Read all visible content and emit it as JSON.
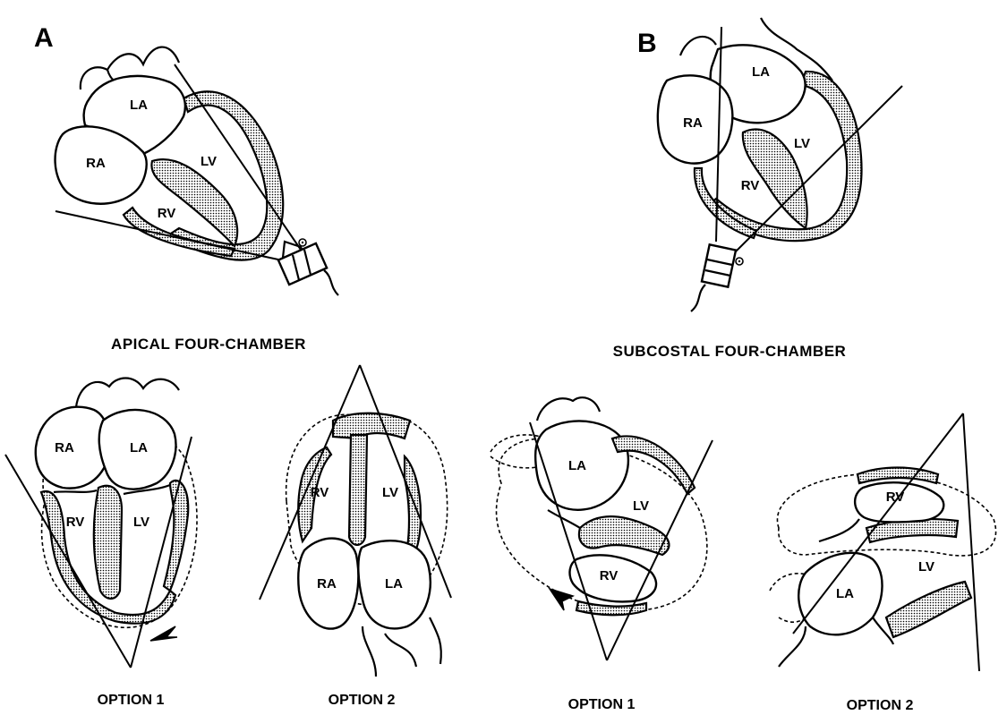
{
  "panels": {
    "a": {
      "letter": "A",
      "caption": "APICAL FOUR-CHAMBER"
    },
    "b": {
      "letter": "B",
      "caption": "SUBCOSTAL FOUR-CHAMBER"
    }
  },
  "chambers": {
    "ra": "RA",
    "la": "LA",
    "rv": "RV",
    "lv": "LV"
  },
  "options": {
    "a1": "OPTION 1",
    "a2": "OPTION 2",
    "b1": "OPTION 1",
    "b2": "OPTION 2"
  },
  "colors": {
    "ink": "#000000",
    "background": "#ffffff"
  },
  "icons": [
    "transducer-icon",
    "arrow-icon"
  ]
}
